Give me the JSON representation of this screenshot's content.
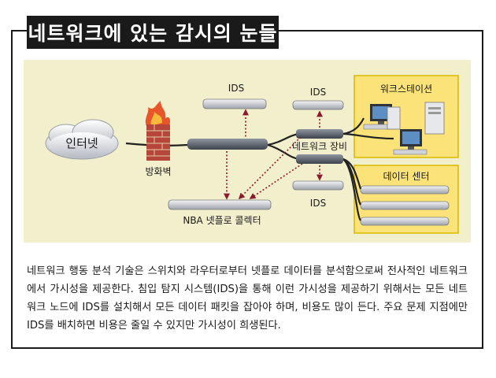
{
  "header": {
    "title": "네트워크에 있는 감시의 눈들"
  },
  "diagram": {
    "nodes": {
      "internet": "인터넷",
      "firewall": "방화벽",
      "ids_top_left": "IDS",
      "ids_top_right": "IDS",
      "ids_bottom": "IDS",
      "network_equipment": "네트워크 장비",
      "nba_collector": "NBA 넷플로 콜렉터",
      "workstation": "워크스테이션",
      "data_center": "데이터 센터"
    },
    "colors": {
      "panel_background": "#f2efcd",
      "zone_fill": "#fbe37a",
      "zone_border": "#d9b800",
      "monitor_link": "#8b1a2b"
    }
  },
  "caption": {
    "text": "네트워크 행동 분석 기술은 스위치와 라우터로부터 넷플로 데이터를 분석함으로써 전사적인 네트워크에서 가시성을 제공한다. 침입 탐지 시스템(IDS)을 통해 이런 가시성을 제공하기 위해서는 모든 네트워크 노드에 IDS를 설치해서 모든 데이터 패킷을 잡아야 하며, 비용도 많이 든다. 주요 문제 지점에만 IDS를 배치하면 비용은 줄일 수 있지만 가시성이 희생된다."
  }
}
